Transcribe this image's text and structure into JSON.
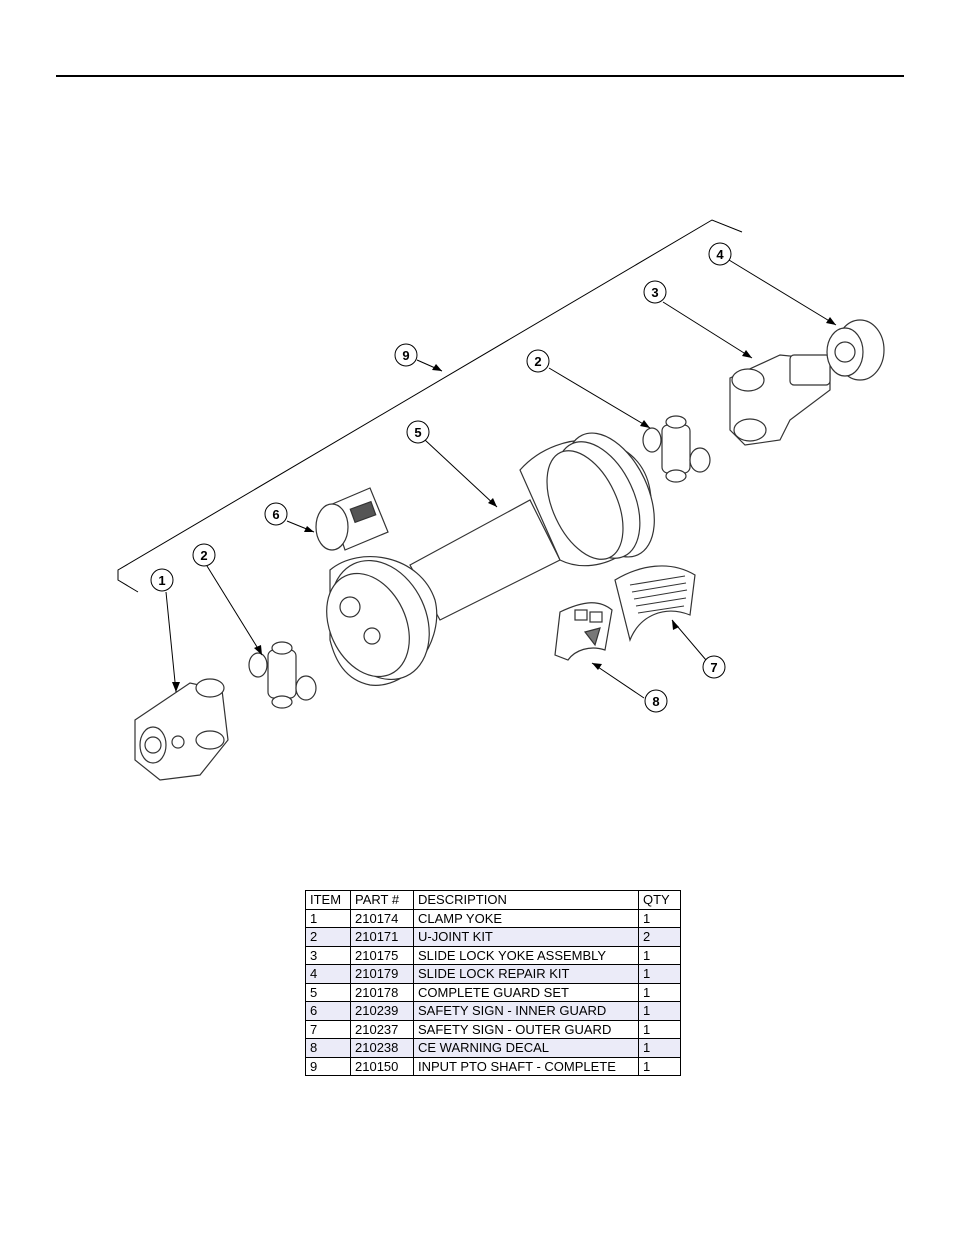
{
  "callouts": [
    "1",
    "2",
    "2",
    "3",
    "4",
    "5",
    "6",
    "7",
    "8",
    "9"
  ],
  "parts_table": {
    "headers": [
      "ITEM",
      "PART #",
      "DESCRIPTION",
      "QTY"
    ],
    "rows": [
      {
        "item": "1",
        "part": "210174",
        "description": "CLAMP YOKE",
        "qty": "1"
      },
      {
        "item": "2",
        "part": "210171",
        "description": "U-JOINT KIT",
        "qty": "2"
      },
      {
        "item": "3",
        "part": "210175",
        "description": "SLIDE LOCK YOKE ASSEMBLY",
        "qty": "1"
      },
      {
        "item": "4",
        "part": "210179",
        "description": "SLIDE LOCK REPAIR KIT",
        "qty": "1"
      },
      {
        "item": "5",
        "part": "210178",
        "description": "COMPLETE GUARD SET",
        "qty": "1"
      },
      {
        "item": "6",
        "part": "210239",
        "description": "SAFETY SIGN - INNER GUARD",
        "qty": "1"
      },
      {
        "item": "7",
        "part": "210237",
        "description": "SAFETY SIGN - OUTER GUARD",
        "qty": "1"
      },
      {
        "item": "8",
        "part": "210238",
        "description": "CE WARNING DECAL",
        "qty": "1"
      },
      {
        "item": "9",
        "part": "210150",
        "description": "INPUT PTO SHAFT - COMPLETE",
        "qty": "1"
      }
    ]
  }
}
